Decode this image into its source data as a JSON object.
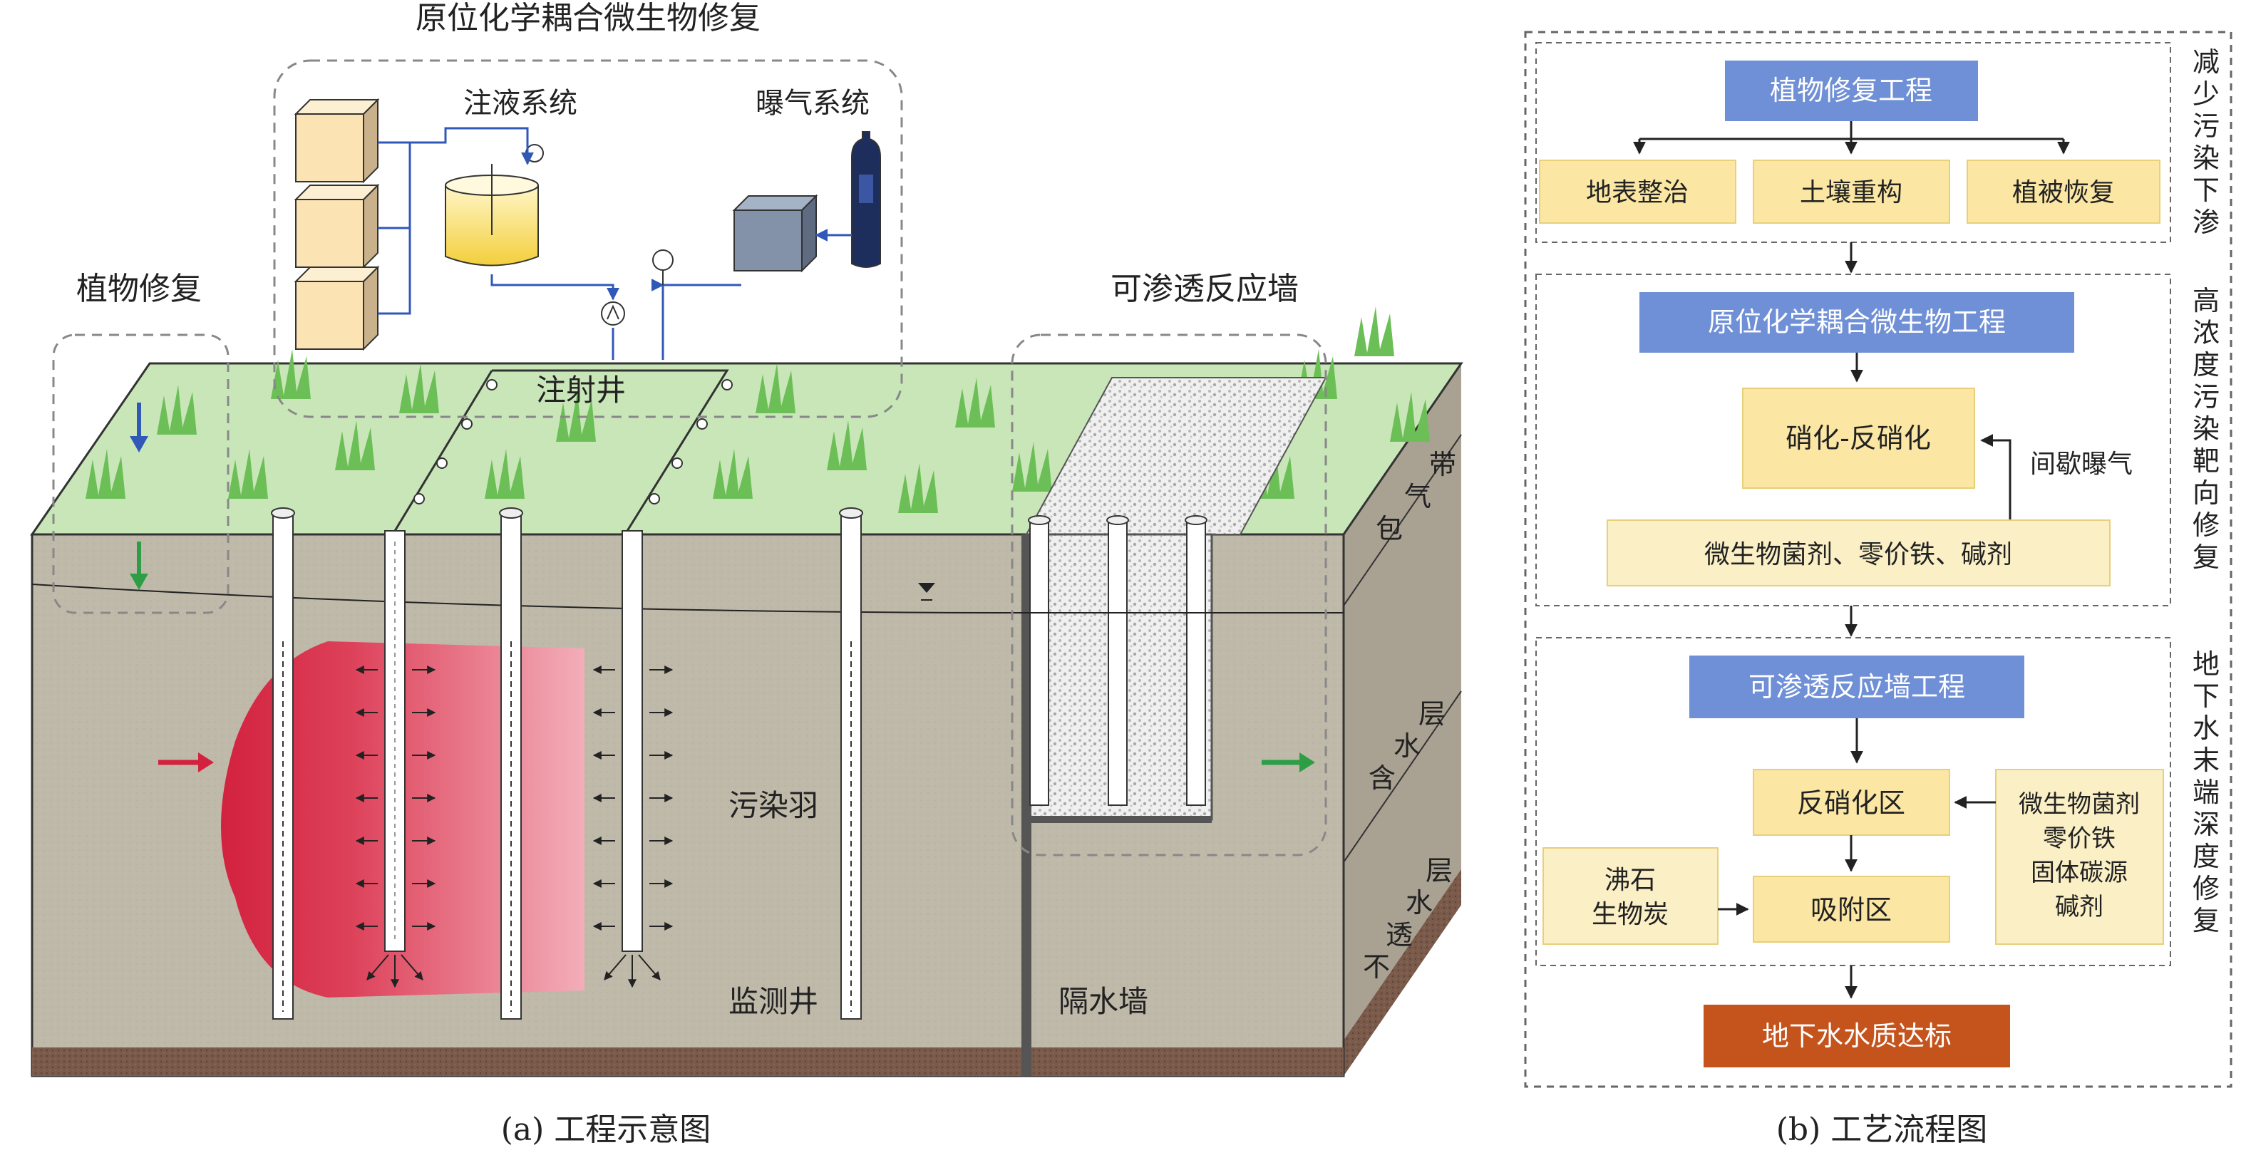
{
  "colors": {
    "ground": "#bfb9a9",
    "grass_top": "#c8e6b8",
    "plume": "#d2223f",
    "blue_box": "#6f8fd6",
    "yellow_box": "#fbe7a3",
    "orange_box": "#c4531c"
  },
  "panel_a": {
    "labels": {
      "coupled_title": "原位化学耦合微生物修复",
      "injection_system": "注液系统",
      "aeration_system": "曝气系统",
      "phyto": "植物修复",
      "prb": "可渗透反应墙",
      "injection_well": "注射井",
      "plume": "污染羽",
      "monitoring_well": "监测井",
      "barrier_wall": "隔水墙",
      "vadose": [
        "带",
        "气",
        "包"
      ],
      "aquifer": [
        "层",
        "水",
        "含"
      ],
      "aquitard": [
        "层",
        "水",
        "透",
        "不"
      ]
    },
    "caption": "(a) 工程示意图"
  },
  "panel_b": {
    "section1": {
      "title": "植物修复工程",
      "items": [
        "地表整治",
        "土壤重构",
        "植被恢复"
      ],
      "side_label": [
        "减",
        "少",
        "污",
        "染",
        "下",
        "渗"
      ]
    },
    "section2": {
      "title": "原位化学耦合微生物工程",
      "process": "硝化-反硝化",
      "aeration_note": "间歇曝气",
      "agents": "微生物菌剂、零价铁、碱剂",
      "side_label": [
        "高",
        "浓",
        "度",
        "污",
        "染",
        "靶",
        "向",
        "修",
        "复"
      ]
    },
    "section3": {
      "title": "可渗透反应墙工程",
      "denitrification_zone": "反硝化区",
      "adsorption_zone": "吸附区",
      "sorbents": [
        "沸石",
        "生物炭"
      ],
      "reagents": [
        "微生物菌剂",
        "零价铁",
        "固体碳源",
        "碱剂"
      ],
      "side_label": [
        "地",
        "下",
        "水",
        "末",
        "端",
        "深",
        "度",
        "修",
        "复"
      ]
    },
    "result": "地下水水质达标",
    "caption": "(b) 工艺流程图"
  }
}
